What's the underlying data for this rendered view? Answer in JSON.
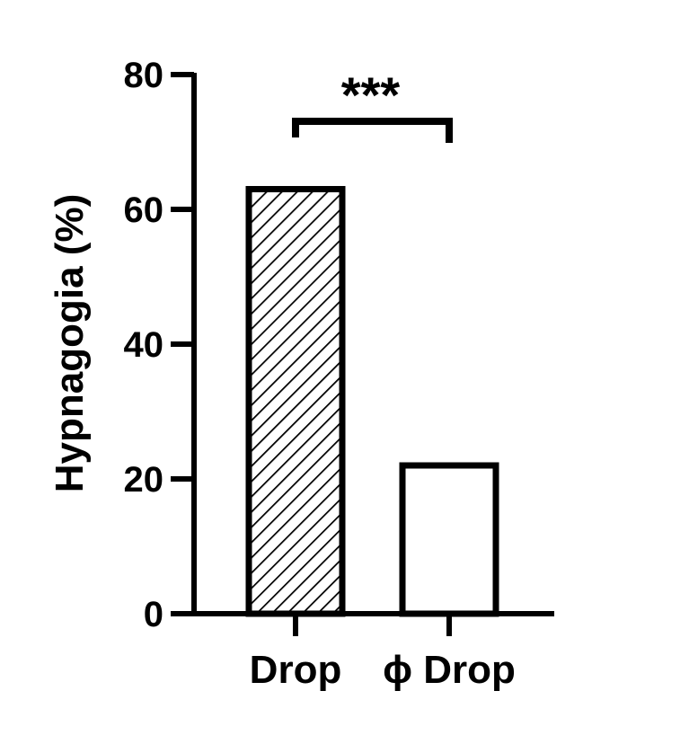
{
  "chart_data": {
    "type": "bar",
    "categories": [
      "Drop",
      "ϕ Drop"
    ],
    "values": [
      63,
      22
    ],
    "ylabel": "Hypnagogia  (%)",
    "ylim": [
      0,
      80
    ],
    "yticks": [
      0,
      20,
      40,
      60,
      80
    ],
    "bar_fill": [
      "hatched",
      "none"
    ],
    "significance": {
      "between": [
        0,
        1
      ],
      "label": "***"
    },
    "colors": {
      "stroke": "#000000",
      "fill_open": "#ffffff"
    }
  }
}
